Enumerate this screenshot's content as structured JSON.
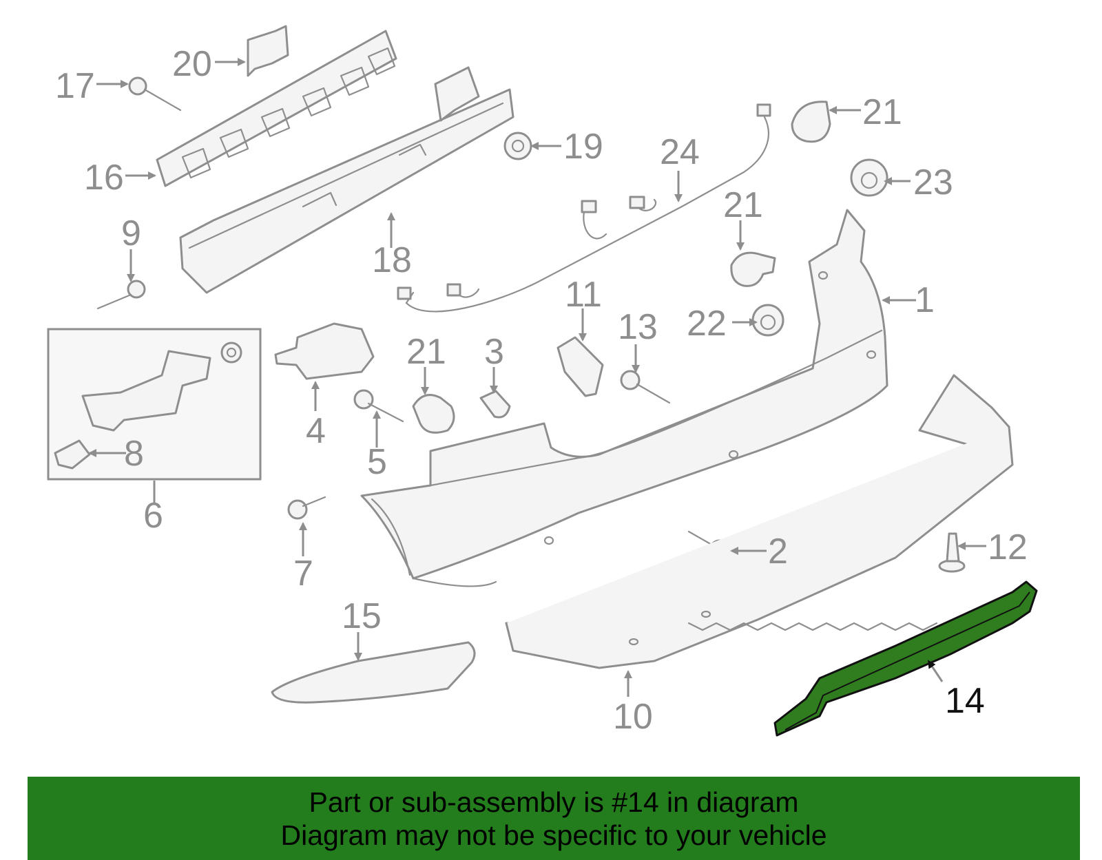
{
  "diagram": {
    "highlight_part": "14",
    "callouts": {
      "c1": "1",
      "c2": "2",
      "c3": "3",
      "c4": "4",
      "c5": "5",
      "c6": "6",
      "c7": "7",
      "c8": "8",
      "c9": "9",
      "c10": "10",
      "c11": "11",
      "c12": "12",
      "c13": "13",
      "c14": "14",
      "c15": "15",
      "c16": "16",
      "c17": "17",
      "c18": "18",
      "c19": "19",
      "c20": "20",
      "c21a": "21",
      "c21b": "21",
      "c21c": "21",
      "c22": "22",
      "c23": "23",
      "c24": "24"
    },
    "colors": {
      "part_stroke": "#8e8e8e",
      "highlight_fill": "#2f7d1f",
      "banner": "#237d1d"
    }
  },
  "banner": {
    "line1": "Part or sub-assembly is #14 in diagram",
    "line2": "Diagram may not be specific to your vehicle"
  }
}
